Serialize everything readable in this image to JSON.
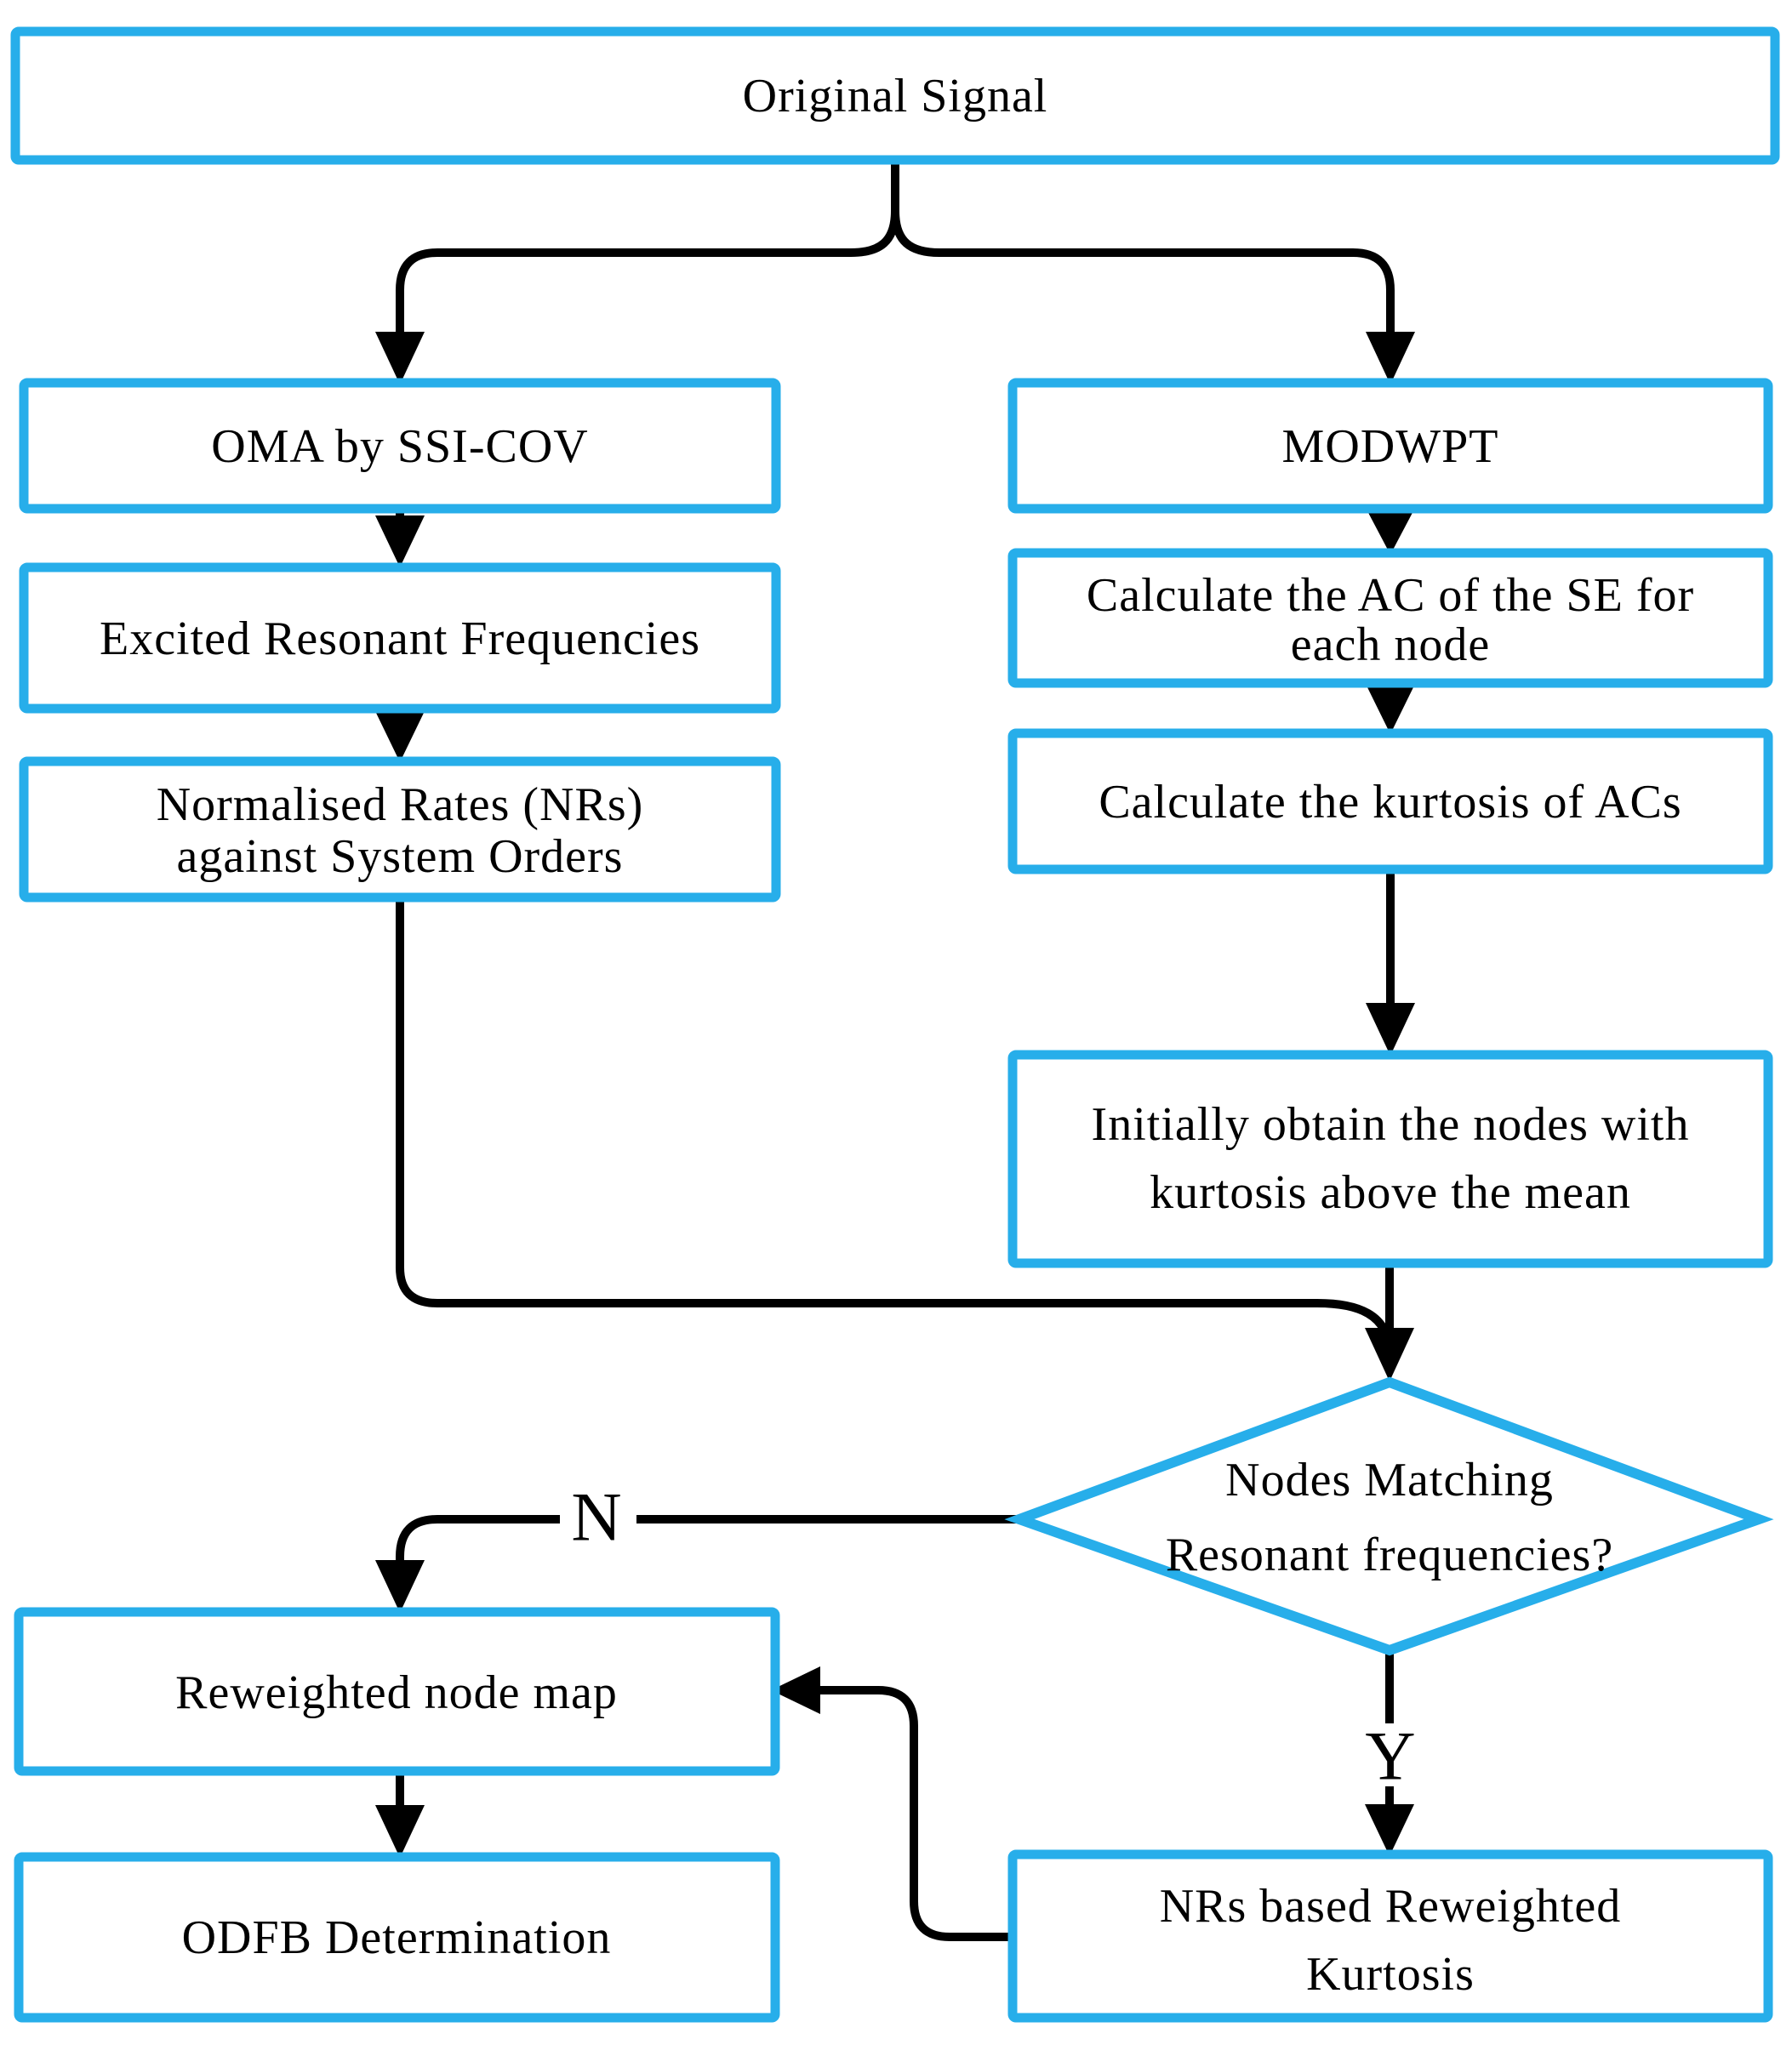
{
  "diagram": {
    "title": "Flowchart",
    "colors": {
      "box_border": "#27AEEA",
      "box_fill": "#FFFFFF",
      "connector": "#000000",
      "text": "#000000"
    },
    "nodes": {
      "original_signal": {
        "lines": [
          "Original Signal"
        ]
      },
      "oma": {
        "lines": [
          "OMA by SSI-COV"
        ]
      },
      "modwpt": {
        "lines": [
          "MODWPT"
        ]
      },
      "excited": {
        "lines": [
          "Excited Resonant Frequencies"
        ]
      },
      "calc_ac": {
        "lines": [
          "Calculate the AC of the SE for",
          "each node"
        ]
      },
      "normalised": {
        "lines": [
          "Normalised Rates (NRs)",
          "against System Orders"
        ]
      },
      "calc_kurtosis": {
        "lines": [
          "Calculate the kurtosis of ACs"
        ]
      },
      "initial_nodes": {
        "lines": [
          "Initially obtain the nodes with",
          "kurtosis above the mean"
        ]
      },
      "decision": {
        "lines": [
          "Nodes Matching",
          "Resonant frequencies?"
        ]
      },
      "reweighted": {
        "lines": [
          "Reweighted node map"
        ]
      },
      "odfb": {
        "lines": [
          "ODFB Determination"
        ]
      },
      "nrs_kurtosis": {
        "lines": [
          "NRs based Reweighted",
          "Kurtosis"
        ]
      }
    },
    "branch_labels": {
      "no": "N",
      "yes": "Y"
    }
  }
}
